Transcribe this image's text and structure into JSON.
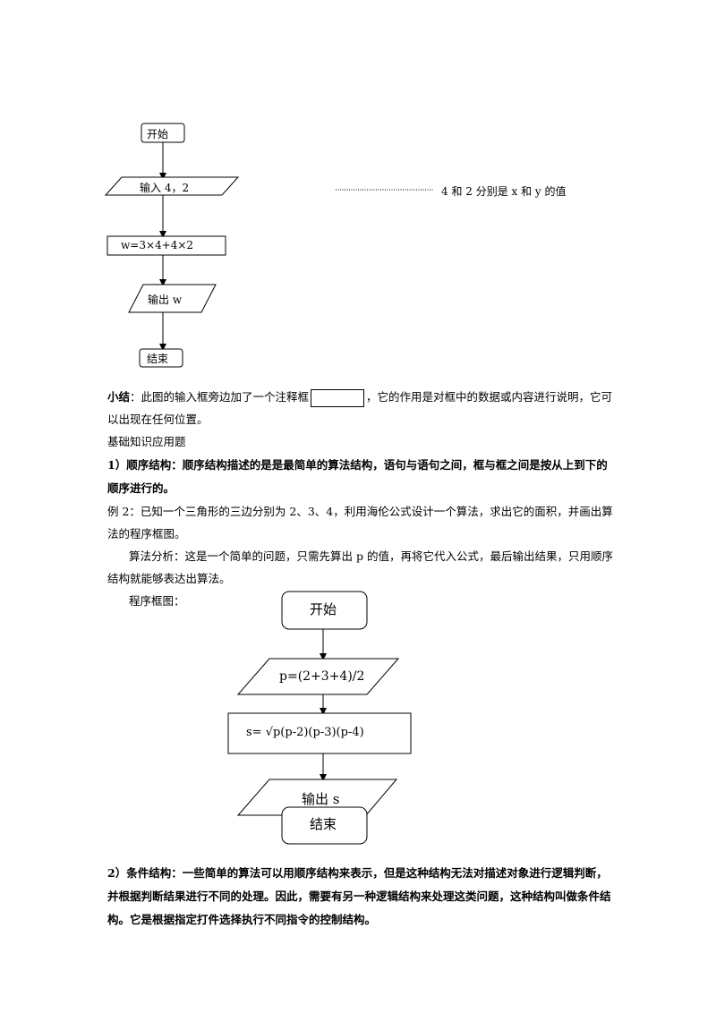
{
  "flow1": {
    "start": "开始",
    "input": "输入 4，2",
    "process": "w=3×4+4×2",
    "output": "输出 w",
    "end": "结束",
    "annotation": "4 和 2 分别是 x 和 y 的值"
  },
  "summary": {
    "label": "小结",
    "text_before_box": "：此图的输入框旁边加了一个注释框",
    "text_after_box": "，它的作用是对框中的数据或内容进行说明，它可以出现在任何位置。"
  },
  "section_title": "基础知识应用题",
  "sequential": {
    "text": "1）顺序结构：顺序结构描述的是是最简单的算法结构，语句与语句之间，框与框之间是按从上到下的顺序进行的。"
  },
  "example2": {
    "text": "例 2：已知一个三角形的三边分别为 2、3、4，利用海伦公式设计一个算法，求出它的面积，并画出算法的程序框图。"
  },
  "analysis": {
    "text": "算法分析：这是一个简单的问题，只需先算出 p 的值，再将它代入公式，最后输出结果，只用顺序结构就能够表达出算法。"
  },
  "diagram_label": "程序框图：",
  "flow2": {
    "start": "开始",
    "input": "p=(2+3+4)/2",
    "process": "s= √p(p-2)(p-3)(p-4)",
    "output": "输出 s",
    "end": "结束"
  },
  "conditional": {
    "text": "2）条件结构：一些简单的算法可以用顺序结构来表示，但是这种结构无法对描述对象进行逻辑判断，并根据判断结果进行不同的处理。因此，需要有另一种逻辑结构来处理这类问题，这种结构叫做条件结构。它是根据指定打件选择执行不同指令的控制结构。"
  }
}
